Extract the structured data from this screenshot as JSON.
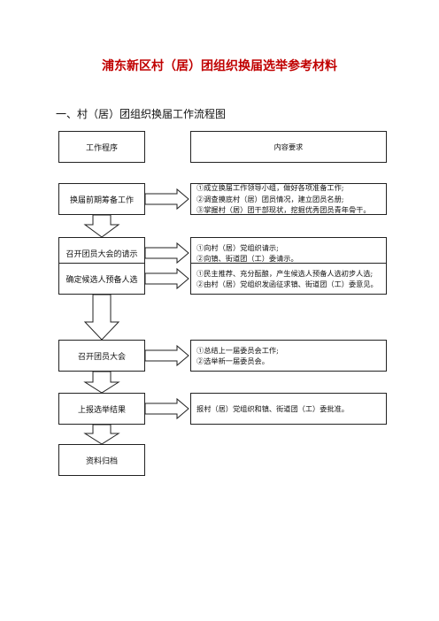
{
  "document": {
    "title": "浦东新区村（居）团组织换届选举参考材料",
    "section_heading": "一、村（居）团组织换届工作流程图"
  },
  "flowchart": {
    "left_header": "工作程序",
    "right_header": "内容要求",
    "steps": [
      {
        "label": "换届前期筹备工作",
        "requirements": [
          "①成立换届工作领导小组，做好各项准备工作;",
          "②调查摸底村（居）团员情况，建立团员名册;",
          "③掌握村（居）团干部现状，挖掘优秀团员青年骨干。"
        ]
      },
      {
        "label": "召开团员大会的请示",
        "requirements": [
          "①向村（居）党组织请示;",
          "②向镇、街道团（工）委请示。"
        ]
      },
      {
        "label": "确定候选人预备人选",
        "requirements": [
          "①民主推荐、充分酝酿，产生候选人预备人选初步人选;",
          "②由村（居）党组织发函征求镇、街道团（工）委意见。"
        ]
      },
      {
        "label": "召开团员大会",
        "requirements": [
          "①总结上一届委员会工作;",
          "②选举新一届委员会。"
        ]
      },
      {
        "label": "上报选举结果",
        "requirements": [
          "报村（居）党组织和镇、街道团（工）委批准。"
        ]
      },
      {
        "label": "资料归档",
        "requirements": []
      }
    ]
  }
}
